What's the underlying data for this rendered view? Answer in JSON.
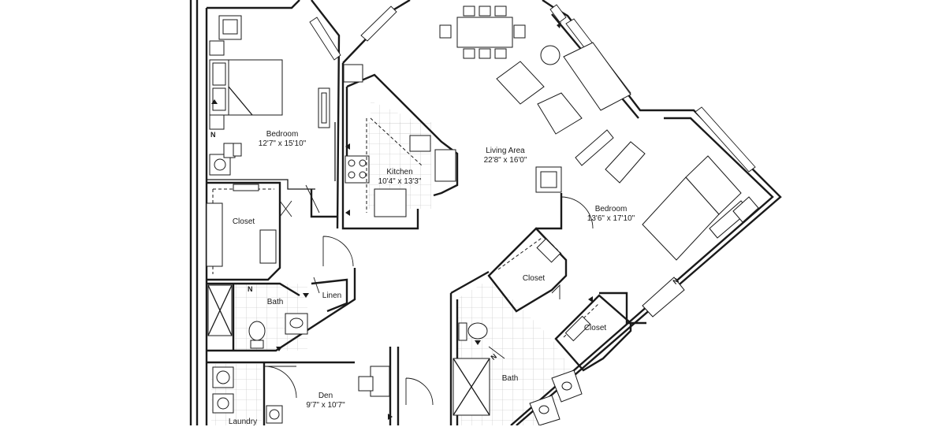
{
  "rooms": {
    "bedroom_left": {
      "name": "Bedroom",
      "size": "12'7\" x 15'10\""
    },
    "closet_left": {
      "name": "Closet"
    },
    "bath_left": {
      "name": "Bath"
    },
    "linen": {
      "name": "Linen"
    },
    "kitchen": {
      "name": "Kitchen",
      "size": "10'4\" x 13'3\""
    },
    "living": {
      "name": "Living Area",
      "size": "22'8\" x 16'0\""
    },
    "bedroom_right": {
      "name": "Bedroom",
      "size": "13'6\" x 17'10\""
    },
    "closet_right_a": {
      "name": "Closet"
    },
    "closet_right_b": {
      "name": "Closet"
    },
    "bath_right": {
      "name": "Bath"
    },
    "den": {
      "name": "Den",
      "size": "9'7\" x 10'7\""
    },
    "laundry": {
      "name": "Laundry"
    }
  },
  "north_marker": "N",
  "colors": {
    "wall": "#1a1a1a",
    "background": "#ffffff",
    "tile": "#bdbdbd"
  }
}
